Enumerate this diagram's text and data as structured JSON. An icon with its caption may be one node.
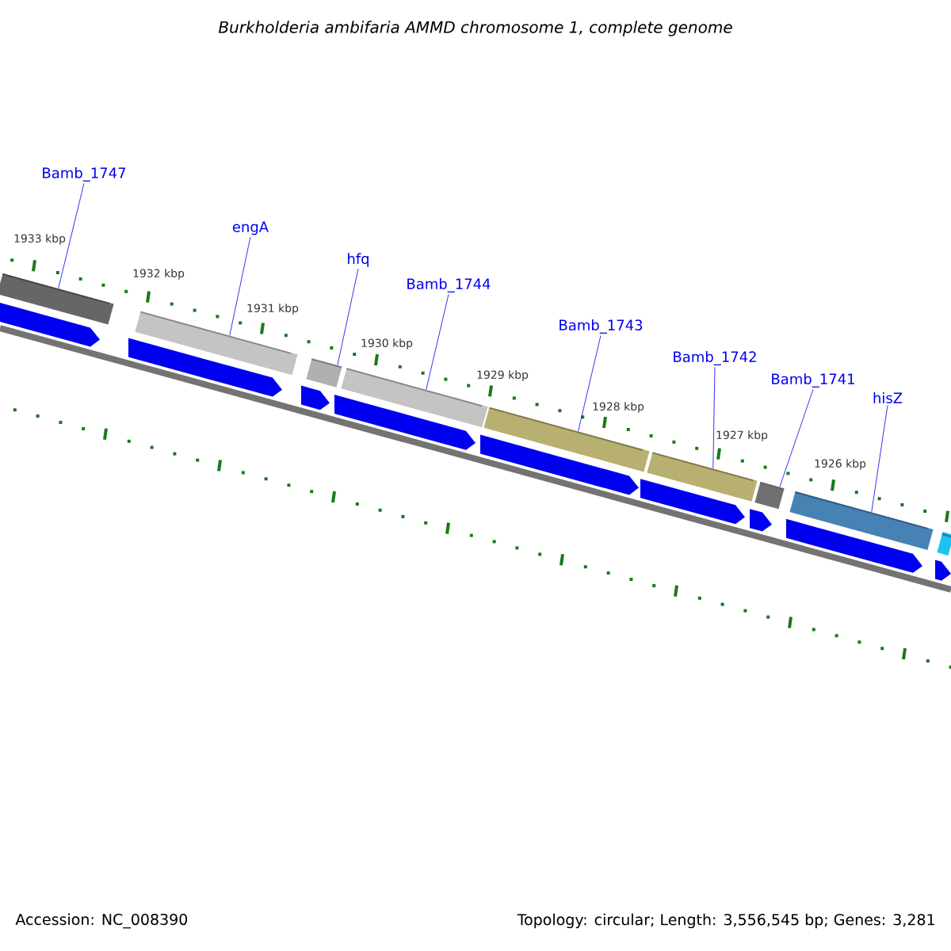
{
  "diagram": {
    "title": "Burkholderia ambifaria AMMD chromosome 1, complete genome",
    "nodes": [
      {
        "text": [
          "Bamb_1747"
        ]
      },
      {
        "text": [
          "engA"
        ]
      },
      {
        "text": [
          "hfq"
        ]
      },
      {
        "text": [
          "Bamb_1744"
        ]
      },
      {
        "text": [
          "Bamb_1743"
        ]
      },
      {
        "text": [
          "Bamb_1742"
        ]
      },
      {
        "text": [
          "Bamb_1741"
        ]
      },
      {
        "text": [
          "hisZ"
        ]
      },
      {
        "text": [],
        "shape": "bar"
      },
      {
        "text": [],
        "shape": "bar"
      },
      {
        "text": [],
        "shape": "bar"
      },
      {
        "text": [],
        "shape": "bar"
      },
      {
        "text": [],
        "shape": "bar"
      },
      {
        "text": [],
        "shape": "bar"
      },
      {
        "text": [],
        "shape": "bar"
      },
      {
        "text": [],
        "shape": "bar"
      },
      {
        "text": [],
        "shape": "bar"
      },
      {
        "text": [],
        "shape": "arrow"
      },
      {
        "text": [],
        "shape": "arrow"
      },
      {
        "text": [],
        "shape": "arrow"
      },
      {
        "text": [],
        "shape": "arrow"
      },
      {
        "text": [],
        "shape": "arrow"
      },
      {
        "text": [],
        "shape": "arrow"
      },
      {
        "text": [],
        "shape": "arrow"
      },
      {
        "text": [],
        "shape": "arrow"
      },
      {
        "text": [],
        "shape": "arrow"
      }
    ],
    "edges": [
      {
        "from": 0,
        "to": 8,
        "arrow": "none"
      },
      {
        "from": 1,
        "to": 9,
        "arrow": "none"
      },
      {
        "from": 2,
        "to": 10,
        "arrow": "none"
      },
      {
        "from": 3,
        "to": 11,
        "arrow": "none"
      },
      {
        "from": 4,
        "to": 12,
        "arrow": "none"
      },
      {
        "from": 5,
        "to": 13,
        "arrow": "none"
      },
      {
        "from": 6,
        "to": 14,
        "arrow": "none"
      },
      {
        "from": 7,
        "to": 15,
        "arrow": "none"
      }
    ],
    "labels": [
      "1933 kbp",
      "1932 kbp",
      "1931 kbp",
      "1930 kbp",
      "1929 kbp",
      "1928 kbp",
      "1927 kbp",
      "1926 kbp",
      "Accession: NC_008390",
      "Topology: circular; Length: 3,556,545 bp; Genes: 3,281"
    ]
  }
}
